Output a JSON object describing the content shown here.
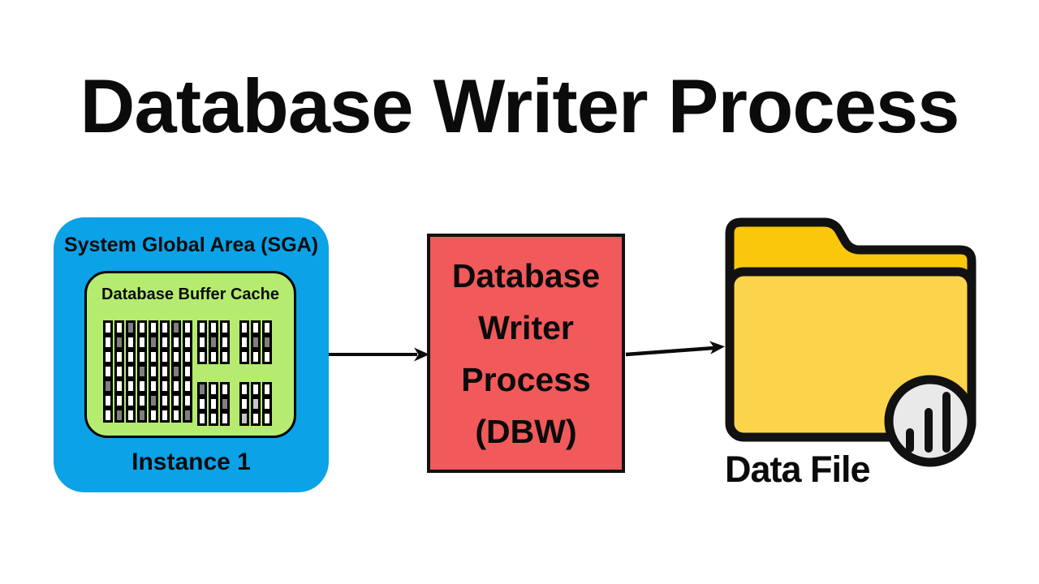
{
  "title": "Database Writer Process",
  "sga": {
    "title": "System Global Area (SGA)",
    "instance_label": "Instance 1",
    "buffer_cache": {
      "title": "Database Buffer Cache",
      "legend": {
        "w": "white-free-buffer",
        "g": "gray-dirty-buffer",
        "l": "light-gray-buffer"
      },
      "blocks": {
        "left_8x7": [
          "wwgwwwgw",
          "wgwwgwww",
          "wwwwwwww",
          "wwwgwwgw",
          "gwwwwwww",
          "wwwwgwww",
          "wgwgwwwg"
        ],
        "top_mid_3x3": [
          "www",
          "wgw",
          "www"
        ],
        "top_right_3x3": [
          "www",
          "wgg",
          "www"
        ],
        "bottom_mid_3x3": [
          "gww",
          "wwg",
          "www"
        ],
        "bottom_right_3x3": [
          "www",
          "wlw",
          "lww"
        ]
      }
    }
  },
  "dbw_box": {
    "lines": [
      "Database",
      "Writer",
      "Process",
      "(DBW)"
    ]
  },
  "data_file": {
    "label": "Data File"
  },
  "icons": {
    "folder": "folder-icon",
    "badge": "bar-chart-icon",
    "connectors": [
      "arrow-sga-to-dbw",
      "arrow-dbw-to-datafile"
    ]
  },
  "colors": {
    "sga_blue": "#0BA2E7",
    "cache_green": "#B5EC6F",
    "dbw_red": "#F2595A",
    "folder_tab_yellow": "#FBC70A",
    "folder_front_yellow": "#FBD44C",
    "badge_gray": "#E9E9E9",
    "buffer_gray": "#7F7F7F",
    "buffer_light_gray": "#C6C6C6",
    "outline_black": "#111111",
    "background": "#FFFFFF"
  }
}
